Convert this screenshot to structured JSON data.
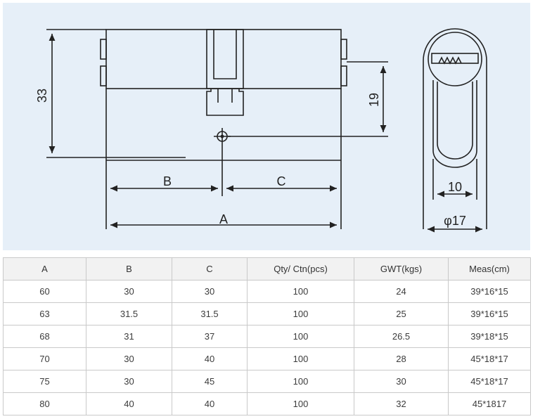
{
  "drawing": {
    "labels": {
      "a": "A",
      "b": "B",
      "c": "C",
      "height_33": "33",
      "height_19": "19",
      "width_10": "10",
      "diameter_17": "φ17"
    }
  },
  "table": {
    "headers": [
      "A",
      "B",
      "C",
      "Qty/ Ctn(pcs)",
      "GWT(kgs)",
      "Meas(cm)"
    ],
    "rows": [
      [
        "60",
        "30",
        "30",
        "100",
        "24",
        "39*16*15"
      ],
      [
        "63",
        "31.5",
        "31.5",
        "100",
        "25",
        "39*16*15"
      ],
      [
        "68",
        "31",
        "37",
        "100",
        "26.5",
        "39*18*15"
      ],
      [
        "70",
        "30",
        "40",
        "100",
        "28",
        "45*18*17"
      ],
      [
        "75",
        "30",
        "45",
        "100",
        "30",
        "45*18*17"
      ],
      [
        "80",
        "40",
        "40",
        "100",
        "32",
        "45*1817"
      ]
    ]
  },
  "colors": {
    "drawing_background": "#e6eff8",
    "line": "#222222",
    "header_background": "#f2f2f2",
    "border": "#c9c9c9"
  }
}
